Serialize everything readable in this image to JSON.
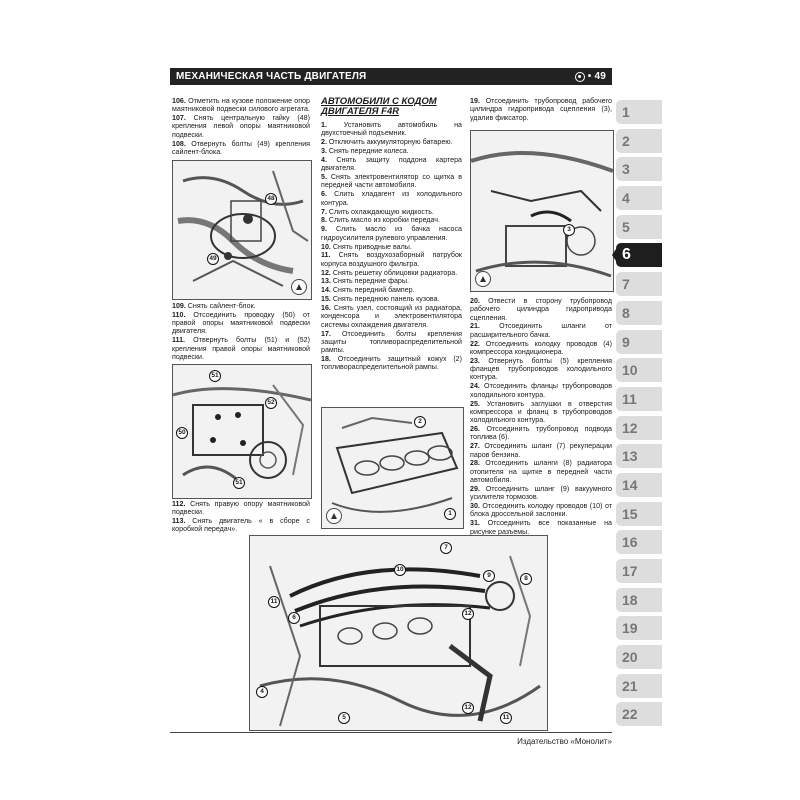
{
  "header": {
    "section_title": "МЕХАНИЧЕСКАЯ ЧАСТЬ ДВИГАТЕЛЯ",
    "page_number": "49"
  },
  "col1": {
    "steps_a": [
      {
        "num": "106.",
        "text": "Отметить на кузове положение опор маятниковой подвески силового агрегата."
      },
      {
        "num": "107.",
        "text": "Снять центральную гайку (48) крепления левой опоры маятниковой подвески."
      },
      {
        "num": "108.",
        "text": "Отвернуть болты (49) крепления сайлент-блока."
      }
    ],
    "steps_b": [
      {
        "num": "109.",
        "text": "Снять сайлент-блок."
      },
      {
        "num": "110.",
        "text": "Отсоединить проводку (50) от правой опоры маятниковой подвески двигателя."
      },
      {
        "num": "111.",
        "text": "Отвернуть болты (51) и (52) крепления правой опоры маятниковой подвески."
      }
    ],
    "steps_c": [
      {
        "num": "112.",
        "text": "Снять правую опору маятниковой подвески."
      },
      {
        "num": "113.",
        "text": "Снять двигатель « в сборе с коробкой передач»."
      }
    ],
    "fig1_callouts": [
      "48",
      "49"
    ],
    "fig2_callouts": [
      "51",
      "52",
      "50",
      "51"
    ]
  },
  "col2": {
    "section_title": "АВТОМОБИЛИ С КОДОМ ДВИГАТЕЛЯ F4R",
    "steps": [
      {
        "num": "1.",
        "text": "Установить автомобиль на двухстоечный подъемник."
      },
      {
        "num": "2.",
        "text": "Отключить аккумуляторную батарею."
      },
      {
        "num": "3.",
        "text": "Снять передние колеса."
      },
      {
        "num": "4.",
        "text": "Снять защиту поддона картера двигателя."
      },
      {
        "num": "5.",
        "text": "Снять электровентилятор со щитка в передней части автомобиля."
      },
      {
        "num": "6.",
        "text": "Слить хладагент из холодильного контура."
      },
      {
        "num": "7.",
        "text": "Слить охлаждающую жидкость."
      },
      {
        "num": "8.",
        "text": "Слить масло из коробки передач."
      },
      {
        "num": "9.",
        "text": "Слить масло из бачка насоса гидроусилителя рулевого управления."
      },
      {
        "num": "10.",
        "text": "Снять приводные валы."
      },
      {
        "num": "11.",
        "text": "Снять воздухозаборный патрубок корпуса воздушного фильтра."
      },
      {
        "num": "12.",
        "text": "Снять решетку облицовки радиатора."
      },
      {
        "num": "13.",
        "text": "Снять передние фары."
      },
      {
        "num": "14.",
        "text": "Снять передний бампер."
      },
      {
        "num": "15.",
        "text": "Снять переднюю панель кузова."
      },
      {
        "num": "16.",
        "text": "Снять узел, состоящий из радиатора, конденсора и электровентилятора системы охлаждения двигателя."
      },
      {
        "num": "17.",
        "text": "Отсоединить болты крепления защиты топливораспределительной рампы."
      },
      {
        "num": "18.",
        "text": "Отсоединить защитный кожух (2) топливораспределительной рампы."
      }
    ],
    "fig_callouts": [
      "2",
      "1"
    ]
  },
  "col3": {
    "steps_a": [
      {
        "num": "19.",
        "text": "Отсоединить трубопровод рабочего цилиндра гидропривода сцепления (3), удалив фиксатор."
      }
    ],
    "steps_b": [
      {
        "num": "20.",
        "text": "Отвести в сторону трубопровод рабочего цилиндра гидропривода сцепления."
      },
      {
        "num": "21.",
        "text": "Отсоединить шланги от расширительного бачка."
      },
      {
        "num": "22.",
        "text": "Отсоединить колодку проводов (4) компрессора кондиционера."
      },
      {
        "num": "23.",
        "text": "Отвернуть болты (5) крепления фланцев трубопроводов холодильного контура."
      },
      {
        "num": "24.",
        "text": "Отсоединить фланцы трубопроводов холодильного контура."
      },
      {
        "num": "25.",
        "text": "Установить заглушки в отверстия компрессора и фланц в трубопроводов холодильного контура."
      },
      {
        "num": "26.",
        "text": "Отсоединить трубопровод подвода топлива (6)."
      },
      {
        "num": "27.",
        "text": "Отсоединить шланг (7) рекуперации паров бензина."
      },
      {
        "num": "28.",
        "text": "Отсоединить шланги (8) радиатора отопителя на щитке в передней части автомобиля."
      },
      {
        "num": "29.",
        "text": "Отсоединить шланг (9) вакуумного усилителя тормозов."
      },
      {
        "num": "30.",
        "text": "Отсоединить колодку проводов (10) от блока дроссельной заслонки."
      },
      {
        "num": "31.",
        "text": "Отсоединить все показанные на рисунке разъемы."
      }
    ],
    "fig_callouts": [
      "3"
    ]
  },
  "bottom_fig_callouts": [
    "7",
    "8",
    "9",
    "10",
    "11",
    "6",
    "12",
    "4",
    "5",
    "12",
    "11"
  ],
  "tabs": [
    "1",
    "2",
    "3",
    "4",
    "5",
    "6",
    "7",
    "8",
    "9",
    "10",
    "11",
    "12",
    "13",
    "14",
    "15",
    "16",
    "17",
    "18",
    "19",
    "20",
    "21",
    "22"
  ],
  "active_tab": "6",
  "footer": {
    "publisher": "Издательство «Монолит»"
  }
}
